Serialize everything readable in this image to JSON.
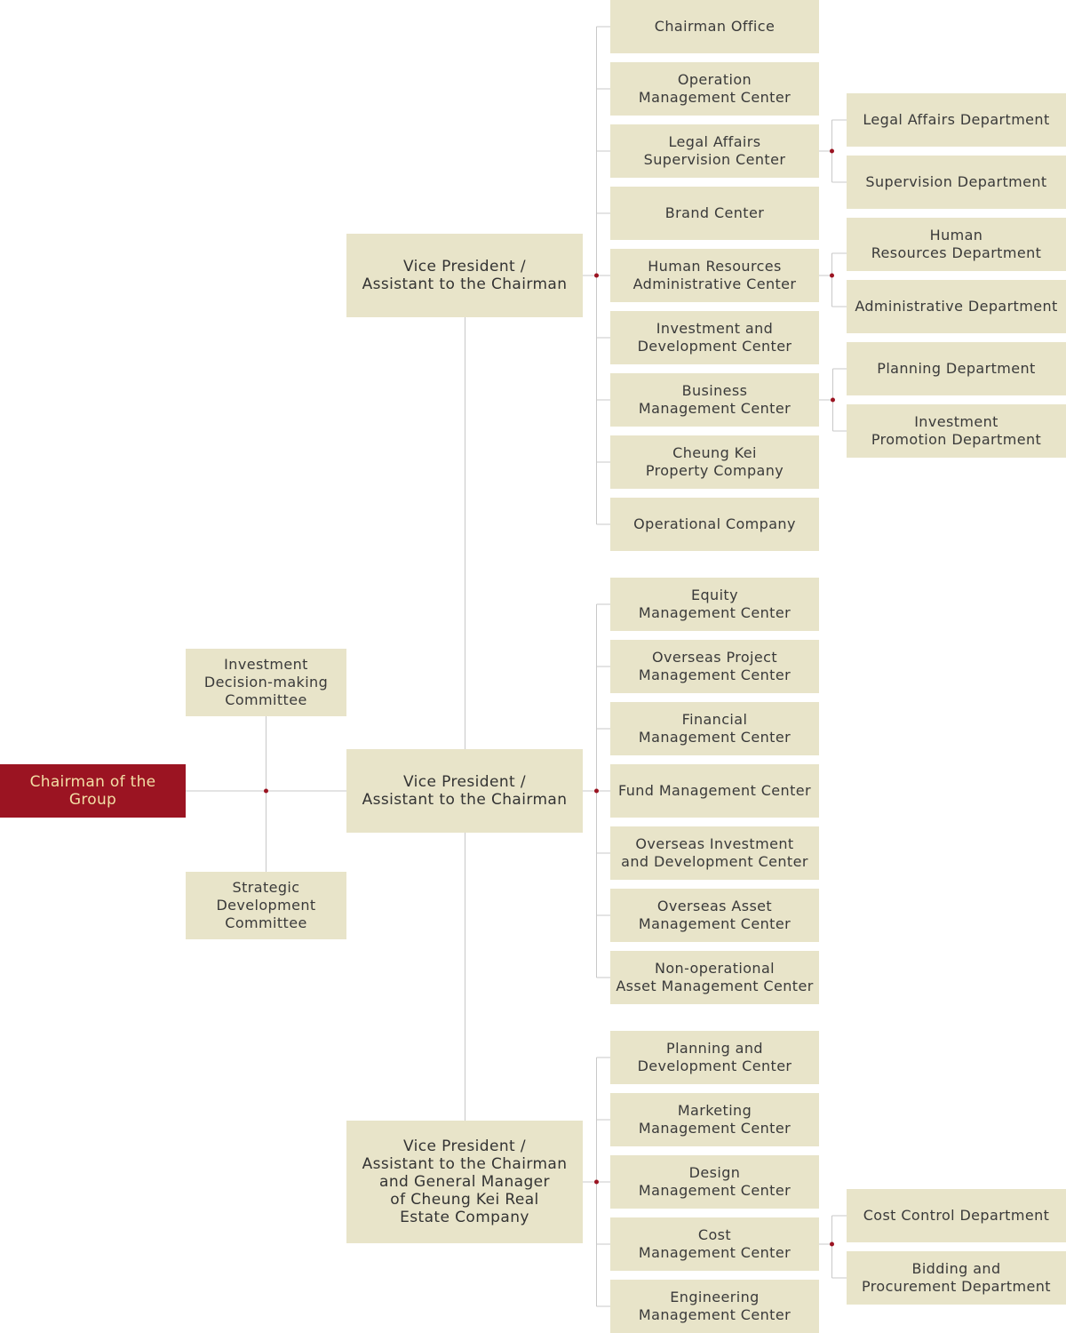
{
  "colors": {
    "box_fill": "#e8e4c9",
    "root_fill": "#9b1422",
    "root_text": "#f2dfa6",
    "line": "#c8c8c8",
    "node_dot": "#9b1422"
  },
  "root": {
    "label": "Chairman of the Group"
  },
  "committees": [
    {
      "label": "Investment\nDecision-making\nCommittee"
    },
    {
      "label": "Strategic\nDevelopment\nCommittee"
    }
  ],
  "vice_presidents": [
    {
      "label": "Vice President /\nAssistant to the Chairman",
      "centers": [
        {
          "label": "Chairman Office"
        },
        {
          "label": "Operation\nManagement Center"
        },
        {
          "label": "Legal Affairs\nSupervision Center",
          "departments": [
            {
              "label": "Legal Affairs Department"
            },
            {
              "label": "Supervision Department"
            }
          ]
        },
        {
          "label": "Brand Center"
        },
        {
          "label": "Human Resources\nAdministrative Center",
          "departments": [
            {
              "label": "Human\nResources Department"
            },
            {
              "label": "Administrative Department"
            }
          ]
        },
        {
          "label": "Investment and\nDevelopment Center"
        },
        {
          "label": "Business\nManagement Center",
          "departments": [
            {
              "label": "Planning Department"
            },
            {
              "label": "Investment\nPromotion Department"
            }
          ]
        },
        {
          "label": "Cheung Kei\nProperty Company"
        },
        {
          "label": "Operational Company"
        }
      ]
    },
    {
      "label": "Vice President /\nAssistant to the Chairman",
      "centers": [
        {
          "label": "Equity\nManagement Center"
        },
        {
          "label": "Overseas Project\nManagement Center"
        },
        {
          "label": "Financial\nManagement Center"
        },
        {
          "label": "Fund Management Center"
        },
        {
          "label": "Overseas Investment\nand Development Center"
        },
        {
          "label": "Overseas Asset\nManagement Center"
        },
        {
          "label": "Non-operational\nAsset Management Center"
        }
      ]
    },
    {
      "label": "Vice President /\nAssistant to the Chairman\nand General Manager\nof Cheung Kei Real\nEstate Company",
      "centers": [
        {
          "label": "Planning and\nDevelopment Center"
        },
        {
          "label": "Marketing\nManagement Center"
        },
        {
          "label": "Design\nManagement Center"
        },
        {
          "label": "Cost\nManagement Center",
          "departments": [
            {
              "label": "Cost Control Department"
            },
            {
              "label": "Bidding and\nProcurement Department"
            }
          ]
        },
        {
          "label": "Engineering\nManagement Center"
        }
      ]
    }
  ]
}
